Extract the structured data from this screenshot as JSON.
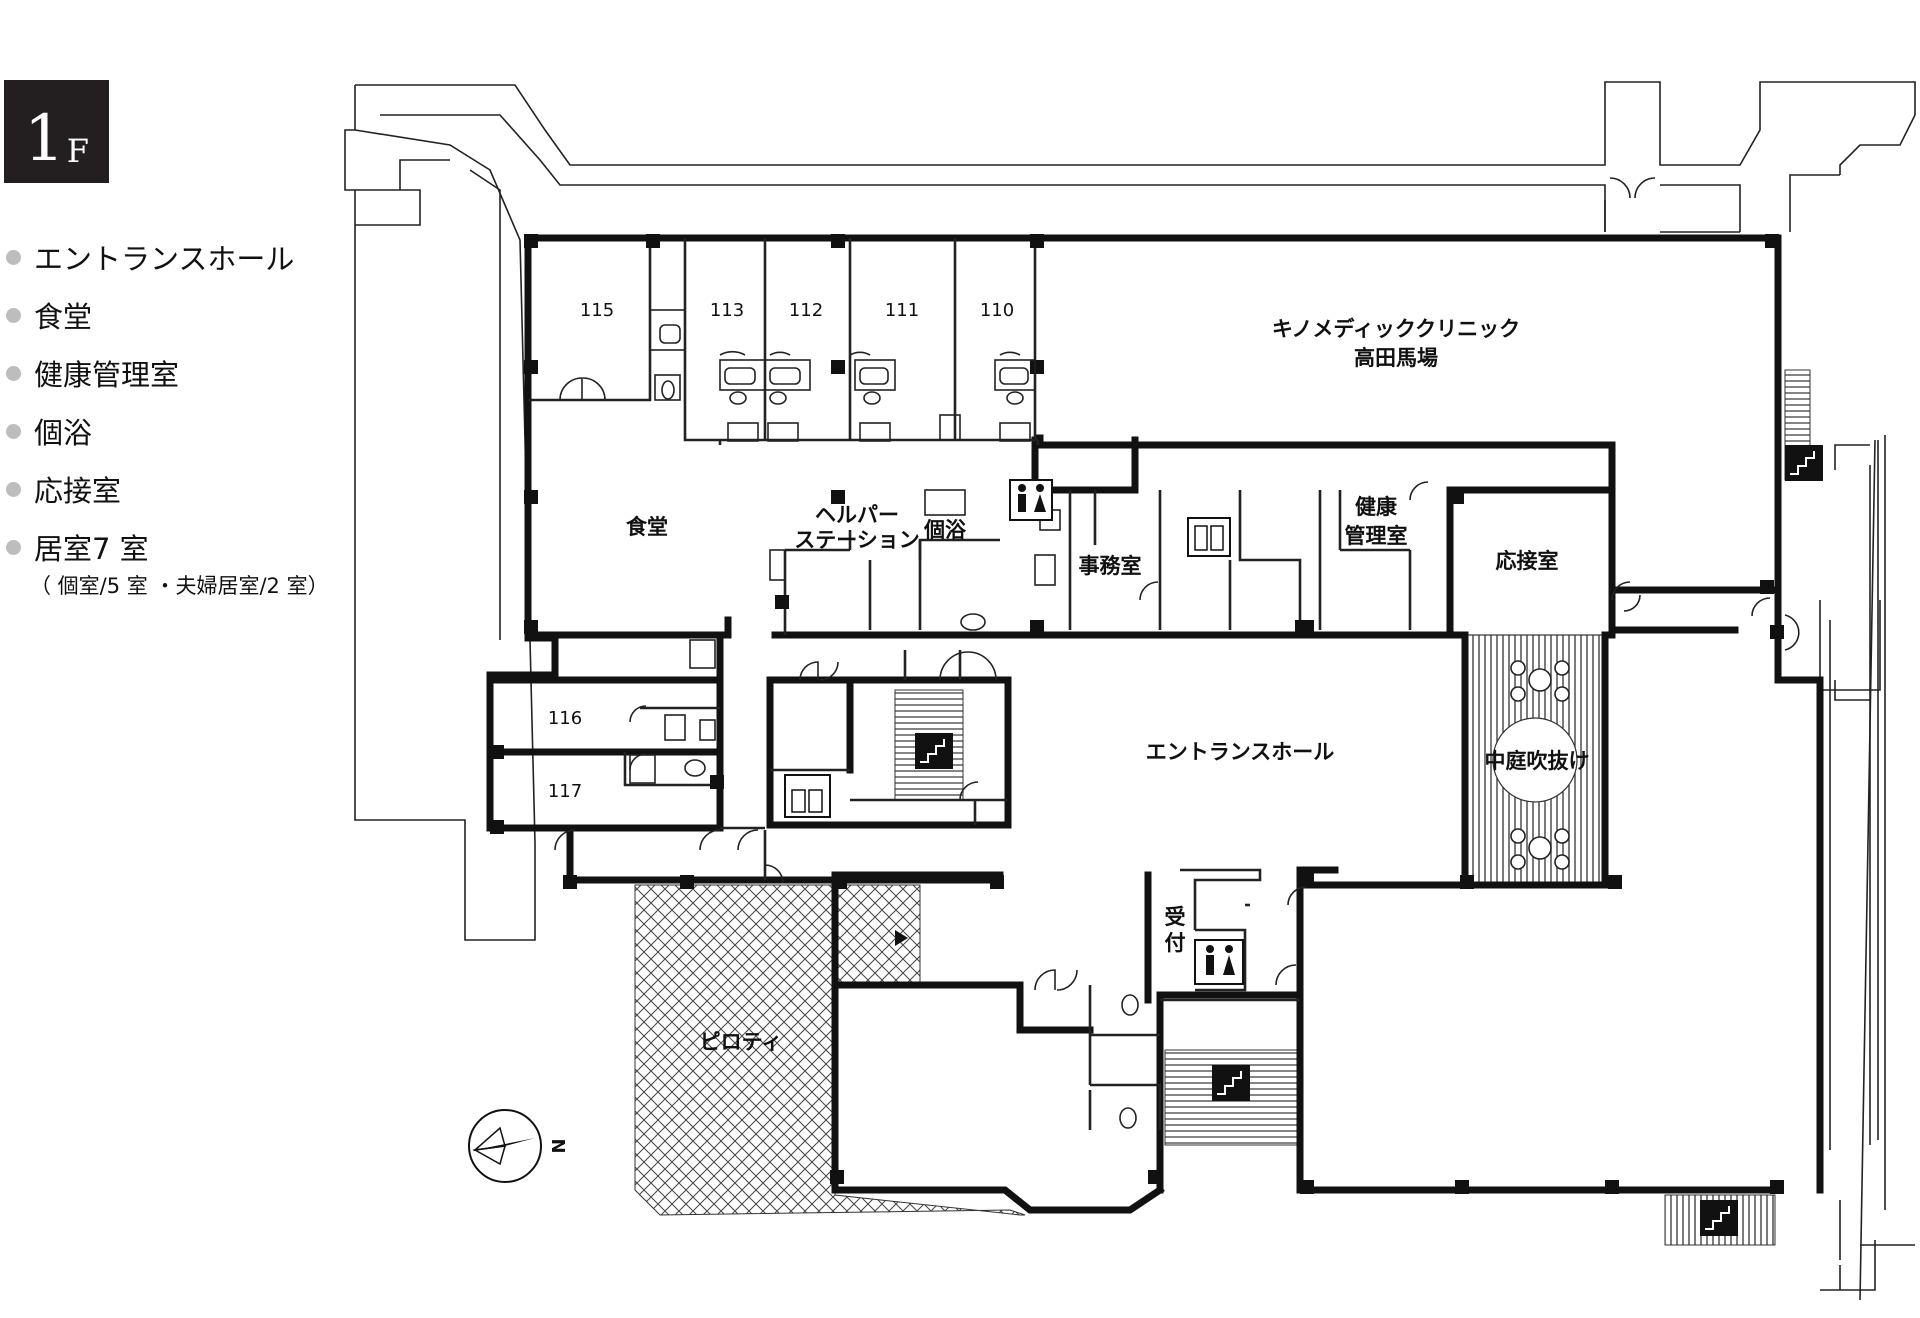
{
  "floor": {
    "number": "1",
    "unit": "F"
  },
  "legend": {
    "items": [
      {
        "label": "エントランスホール"
      },
      {
        "label": "食堂"
      },
      {
        "label": "健康管理室"
      },
      {
        "label": "個浴"
      },
      {
        "label": "応接室"
      },
      {
        "label": "居室7 室"
      }
    ],
    "note": "（ 個室/5 室 ・夫婦居室/2 室）"
  },
  "rooms": {
    "r115": "115",
    "r113": "113",
    "r112": "112",
    "r111": "111",
    "r110": "110",
    "r116": "116",
    "r117": "117",
    "clinic_line1": "キノメディッククリニック",
    "clinic_line2": "高田馬場",
    "dining": "食堂",
    "helper_line1": "ヘルパー",
    "helper_line2": "ステーション",
    "bath": "個浴",
    "office": "事務室",
    "health_line1": "健康",
    "health_line2": "管理室",
    "reception_room": "応接室",
    "entrance_hall": "エントランスホール",
    "courtyard": "中庭吹抜け",
    "reception_line1": "受",
    "reception_line2": "付",
    "piloti": "ピロティ"
  },
  "compass": {
    "label": "N"
  }
}
